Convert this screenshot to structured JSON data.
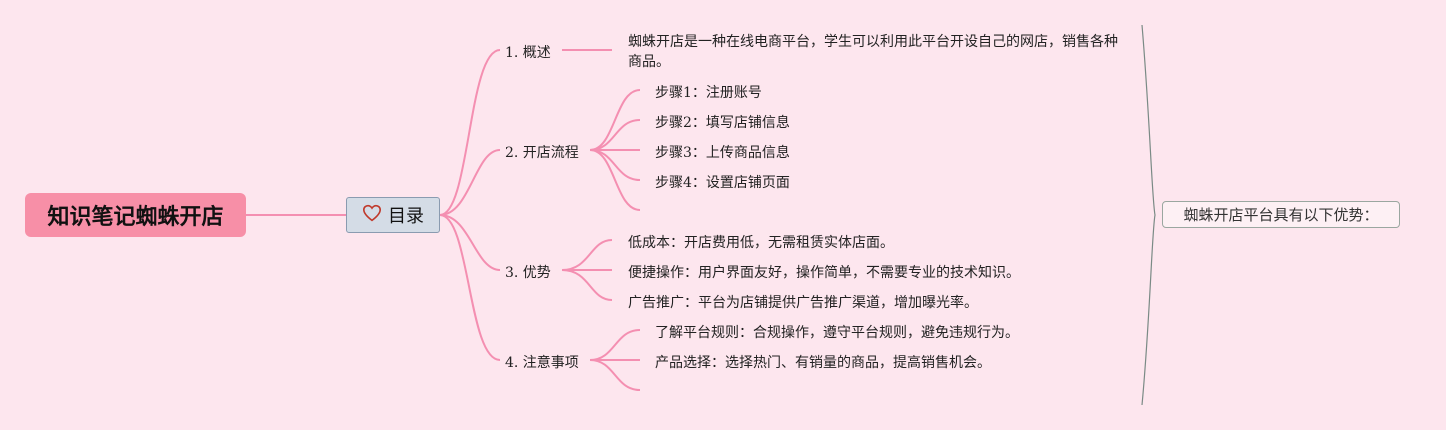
{
  "root": {
    "title": "知识笔记蜘蛛开店"
  },
  "toc": {
    "label": "目录",
    "icon": "heart-icon"
  },
  "topics": [
    {
      "label": "1. 概述",
      "children": [
        "蜘蛛开店是一种在线电商平台，学生可以利用此平台开设自己的网店，销售各种商品。"
      ]
    },
    {
      "label": "2. 开店流程",
      "children": [
        "步骤1：注册账号",
        "步骤2：填写店铺信息",
        "步骤3：上传商品信息",
        "步骤4：设置店铺页面"
      ]
    },
    {
      "label": "3. 优势",
      "children": [
        "低成本：开店费用低，无需租赁实体店面。",
        "便捷操作：用户界面友好，操作简单，不需要专业的技术知识。",
        "广告推广：平台为店铺提供广告推广渠道，增加曝光率。"
      ]
    },
    {
      "label": "4. 注意事项",
      "children": [
        "了解平台规则：合规操作，遵守平台规则，避免违规行为。",
        "产品选择：选择热门、有销量的商品，提高销售机会。"
      ]
    }
  ],
  "summary": {
    "label": "蜘蛛开店平台具有以下优势："
  },
  "colors": {
    "background": "#fde6ee",
    "root": "#f78fa7",
    "link": "#f48fb1",
    "toc": "#d4dce6",
    "bracket": "#7a8a85"
  }
}
